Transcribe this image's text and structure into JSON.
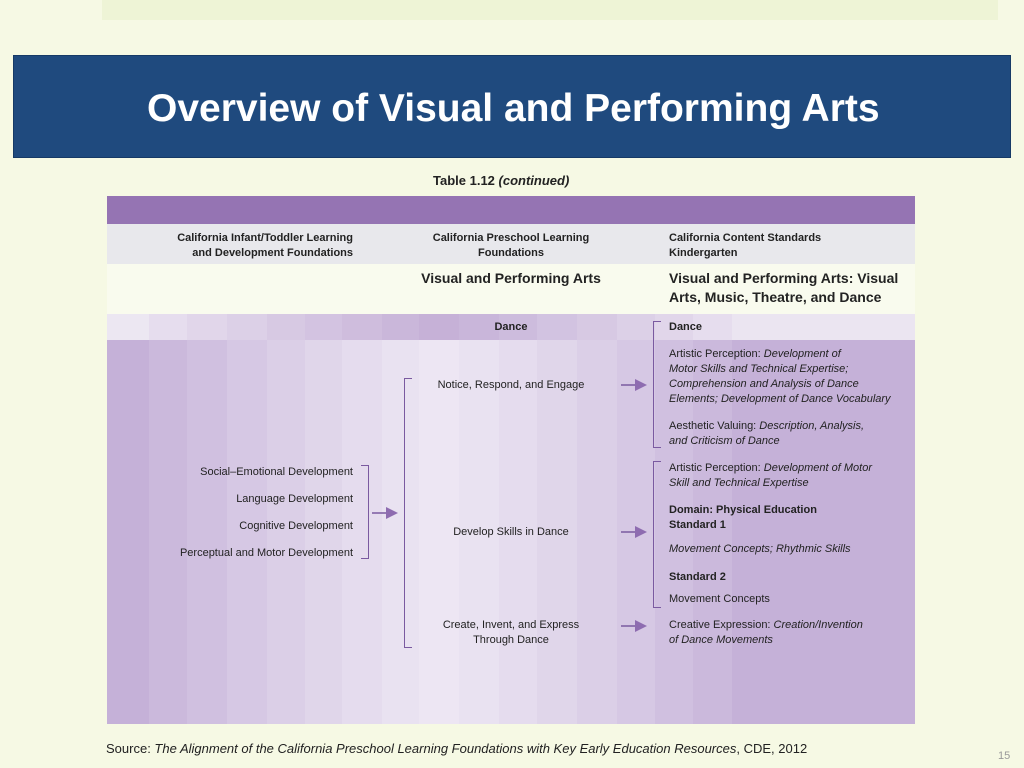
{
  "title": "Overview of Visual and Performing Arts",
  "table_caption": {
    "label": "Table 1.12",
    "note": "(continued)"
  },
  "columns": {
    "infant_toddler": [
      "California Infant/Toddler Learning",
      "and Development Foundations"
    ],
    "preschool": [
      "California Preschool Learning",
      "Foundations"
    ],
    "kindergarten": [
      "California Content Standards",
      "Kindergarten"
    ]
  },
  "domains": {
    "preschool": "Visual and Performing Arts",
    "kindergarten": [
      "Visual and Performing Arts: Visual",
      "Arts, Music, Theatre, and Dance"
    ]
  },
  "strand": {
    "preschool": "Dance",
    "kindergarten": "Dance"
  },
  "infant_items": [
    "Social–Emotional Development",
    "Language Development",
    "Cognitive Development",
    "Perceptual and Motor Development"
  ],
  "preschool_items": {
    "notice": "Notice, Respond, and Engage",
    "develop": "Develop Skills in Dance",
    "create": [
      "Create, Invent, and Express",
      "Through Dance"
    ]
  },
  "kinder": {
    "ap1_label": "Artistic Perception: ",
    "ap1_lines": [
      "Development of",
      "Motor Skills and Technical Expertise;",
      "Comprehension and Analysis of Dance",
      "Elements; Development of Dance Vocabulary"
    ],
    "av_label": "Aesthetic Valuing: ",
    "av_lines": [
      "Description, Analysis,",
      "and Criticism of Dance"
    ],
    "ap2_label": "Artistic Perception: ",
    "ap2_lines": [
      "Development of Motor",
      "Skill and Technical Expertise"
    ],
    "pe_domain": [
      "Domain: Physical Education",
      "Standard 1"
    ],
    "pe_std1": "Movement Concepts; Rhythmic Skills",
    "pe_std2_label": "Standard 2",
    "pe_std2": "Movement Concepts",
    "ce_label": "Creative Expression: ",
    "ce_lines": [
      "Creation/Invention",
      "of Dance Movements"
    ]
  },
  "source": {
    "prefix": "Source:  ",
    "title": "The Alignment of the California Preschool Learning Foundations with Key Early Education Resources",
    "suffix": ", CDE, 2012"
  },
  "page_number": "15",
  "colors": {
    "title_bg": "#1f4a7e",
    "header_purple": "#9574b3",
    "bracket": "#7a5aa0"
  }
}
